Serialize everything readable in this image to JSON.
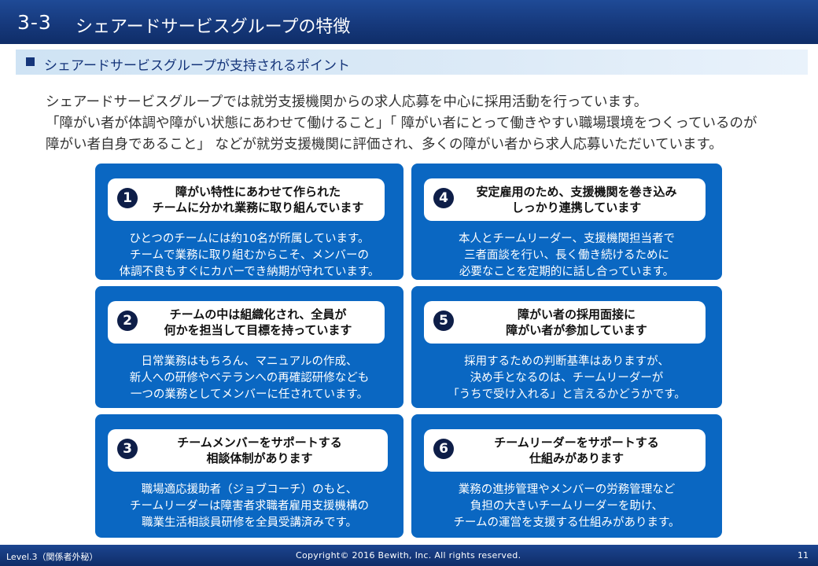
{
  "header": {
    "section_number": "3-3",
    "title": "シェアードサービスグループの特徴"
  },
  "subheading": "シェアードサービスグループが支持されるポイント",
  "intro": {
    "line1": "シェアードサービスグループでは就労支援機関からの求人応募を中心に採用活動を行っています。",
    "line2": "「障がい者が体調や障がい状態にあわせて働けること」「 障がい者にとって働きやすい職場環境をつくっているのが",
    "line3": "障がい者自身であること」 などが就労支援機関に評価され、多くの障がい者から求人応募いただいています。"
  },
  "cards": [
    {
      "badge": "1",
      "heading": [
        "障がい特性にあわせて作られた",
        "チームに分かれ業務に取り組んでいます"
      ],
      "body": [
        "ひとつのチームには約10名が所属しています。",
        "チームで業務に取り組むからこそ、メンバーの",
        "体調不良もすぐにカバーでき納期が守れています。"
      ]
    },
    {
      "badge": "4",
      "heading": [
        "安定雇用のため、支援機関を巻き込み",
        "しっかり連携しています"
      ],
      "body": [
        "本人とチームリーダー、支援機関担当者で",
        "三者面談を行い、長く働き続けるために",
        "必要なことを定期的に話し合っています。"
      ]
    },
    {
      "badge": "2",
      "heading": [
        "チームの中は組織化され、全員が",
        "何かを担当して目標を持っています"
      ],
      "body": [
        "日常業務はもちろん、マニュアルの作成、",
        "新人への研修やベテランへの再確認研修なども",
        "一つの業務としてメンバーに任されています。"
      ]
    },
    {
      "badge": "5",
      "heading": [
        "障がい者の採用面接に",
        "障がい者が参加しています"
      ],
      "body": [
        "採用するための判断基準はありますが、",
        "決め手となるのは、チームリーダーが",
        "「うちで受け入れる」と言えるかどうかです。"
      ]
    },
    {
      "badge": "3",
      "heading": [
        "チームメンバーをサポートする",
        "相談体制があります"
      ],
      "body": [
        "職場適応援助者（ジョブコーチ）のもと、",
        "チームリーダーは障害者求職者雇用支援機構の",
        "職業生活相談員研修を全員受講済みです。"
      ]
    },
    {
      "badge": "6",
      "heading": [
        "チームリーダーをサポートする",
        "仕組みがあります"
      ],
      "body": [
        "業務の進捗管理やメンバーの労務管理など",
        "負担の大きいチームリーダーを助け、",
        "チームの運営を支援する仕組みがあります。"
      ]
    }
  ],
  "footer": {
    "level": "Level.3（関係者外秘）",
    "copyright": "Copyright© 2016 Bewith, Inc. All rights reserved.",
    "page": "11"
  },
  "colors": {
    "header": "#16397c",
    "card": "#0a67c2",
    "badge": "#0e1e48",
    "subheading_band": "#dceaf7"
  }
}
